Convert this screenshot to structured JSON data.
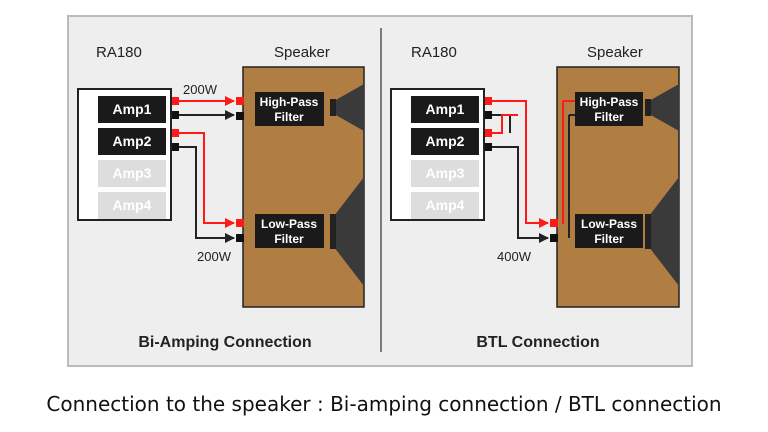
{
  "colors": {
    "panel_bg": "#eeeeee",
    "panel_border": "#bbbbbb",
    "cabinet": "#b07d42",
    "amp_active": "#1a1a1a",
    "amp_inactive": "#dddddd",
    "wire_pos": "#ff1a1a",
    "wire_neg": "#222222"
  },
  "left": {
    "source_label": "RA180",
    "speaker_label": "Speaker",
    "amps": [
      "Amp1",
      "Amp2",
      "Amp3",
      "Amp4"
    ],
    "hp_filter": [
      "High-Pass",
      "Filter"
    ],
    "lp_filter": [
      "Low-Pass",
      "Filter"
    ],
    "power_top": "200W",
    "power_bottom": "200W",
    "title": "Bi-Amping Connection"
  },
  "right": {
    "source_label": "RA180",
    "speaker_label": "Speaker",
    "amps": [
      "Amp1",
      "Amp2",
      "Amp3",
      "Amp4"
    ],
    "hp_filter": [
      "High-Pass",
      "Filter"
    ],
    "lp_filter": [
      "Low-Pass",
      "Filter"
    ],
    "power": "400W",
    "title": "BTL Connection"
  },
  "caption": "Connection to the speaker : Bi-amping connection / BTL connection"
}
